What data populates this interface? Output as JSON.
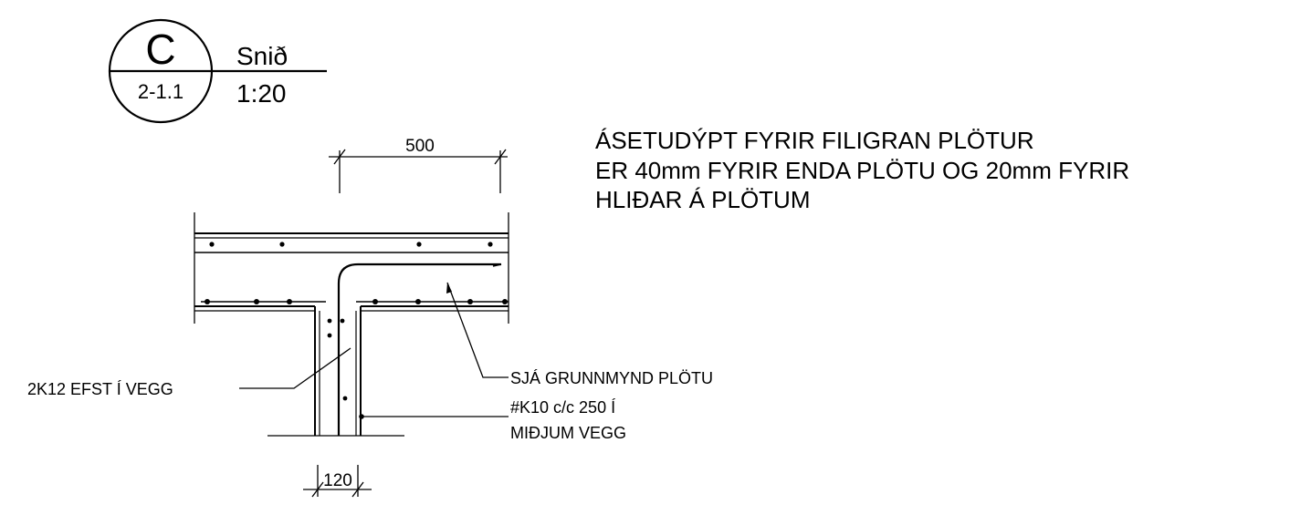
{
  "section_marker": {
    "letter": "C",
    "sheet_ref": "2-1.1",
    "title": "Snið",
    "scale": "1:20"
  },
  "note": {
    "lines": [
      "ÁSETUDÝPT FYRIR FILIGRAN PLÖTUR",
      "ER 40mm  FYRIR ENDA PLÖTU OG 20mm FYRIR",
      "HLIÐAR Á PLÖTUM"
    ]
  },
  "dimensions": {
    "top": "500",
    "wall": "120"
  },
  "labels": {
    "wall_top_bars": "2K12 EFST Í VEGG",
    "slab_ref": "SJÁ GRUNNMYND PLÖTU",
    "wall_mesh_line1": "#K10 c/c 250 Í",
    "wall_mesh_line2": "MIÐJUM VEGG"
  }
}
